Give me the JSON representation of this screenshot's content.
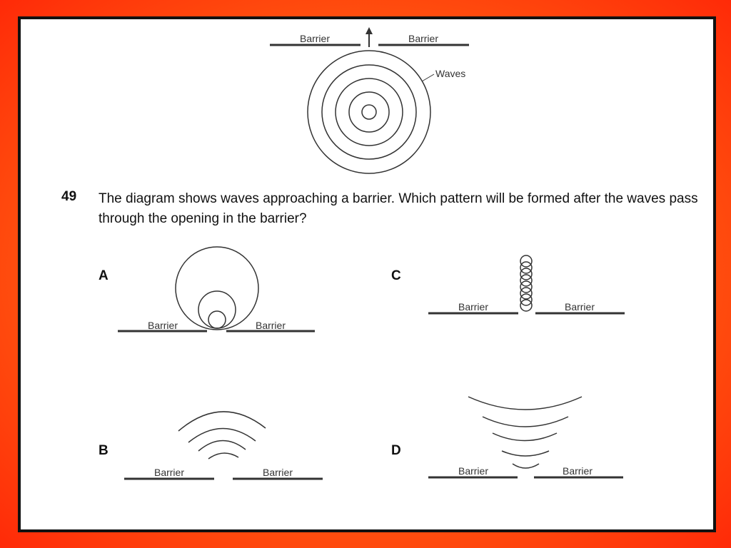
{
  "question": {
    "number": "49",
    "text": "The diagram shows waves approaching a barrier. Which pattern will be formed after the waves pass through the opening in the barrier?"
  },
  "main_diagram": {
    "barrier_left_label": "Barrier",
    "barrier_right_label": "Barrier",
    "waves_label": "Waves"
  },
  "options": [
    {
      "letter": "A",
      "barrier_left_label": "Barrier",
      "barrier_right_label": "Barrier"
    },
    {
      "letter": "B",
      "barrier_left_label": "Barrier",
      "barrier_right_label": "Barrier"
    },
    {
      "letter": "C",
      "barrier_left_label": "Barrier",
      "barrier_right_label": "Barrier"
    },
    {
      "letter": "D",
      "barrier_left_label": "Barrier",
      "barrier_right_label": "Barrier"
    }
  ],
  "colors": {
    "background": "#ff5a10",
    "card": "#ffffff",
    "border": "#111111",
    "line": "#333333"
  }
}
